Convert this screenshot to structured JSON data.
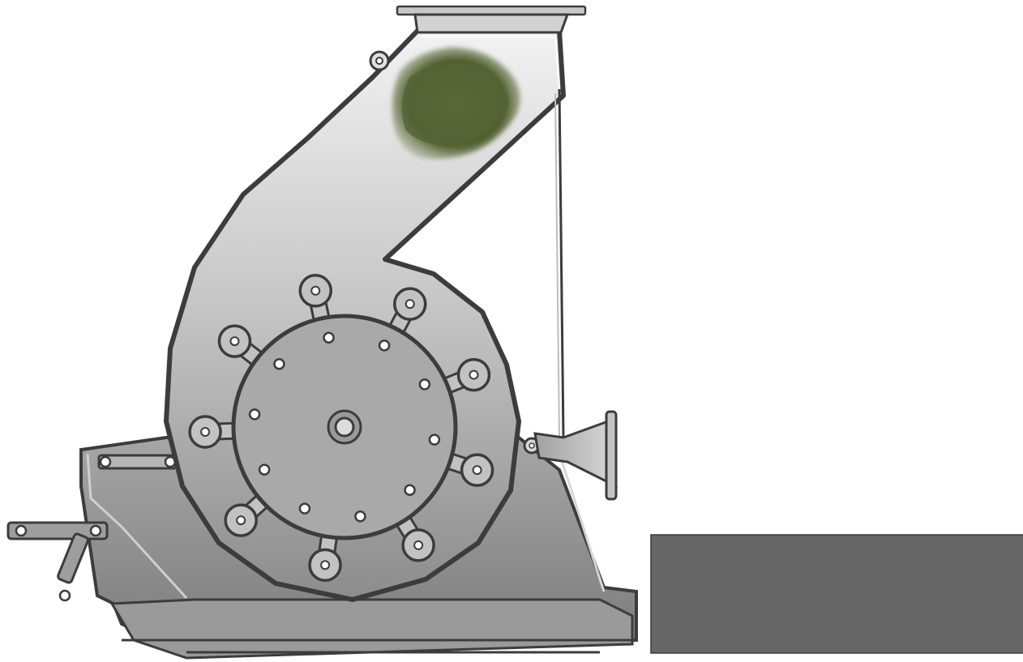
{
  "diagram": {
    "subject": "hammer-mill-cross-section",
    "text_labels": [],
    "hammer_count": 9,
    "rotor_bolt_count": 10,
    "colors": {
      "background": "#ffffff",
      "housing_light": "#e6e6e6",
      "housing_mid": "#bdbdbd",
      "housing_dark": "#8f8f8f",
      "outline": "#3c3c3c",
      "rotor": "#a9a9a9",
      "hammer": "#c2c2c2",
      "material": "#5b6a38",
      "output_box": "#666666"
    }
  }
}
